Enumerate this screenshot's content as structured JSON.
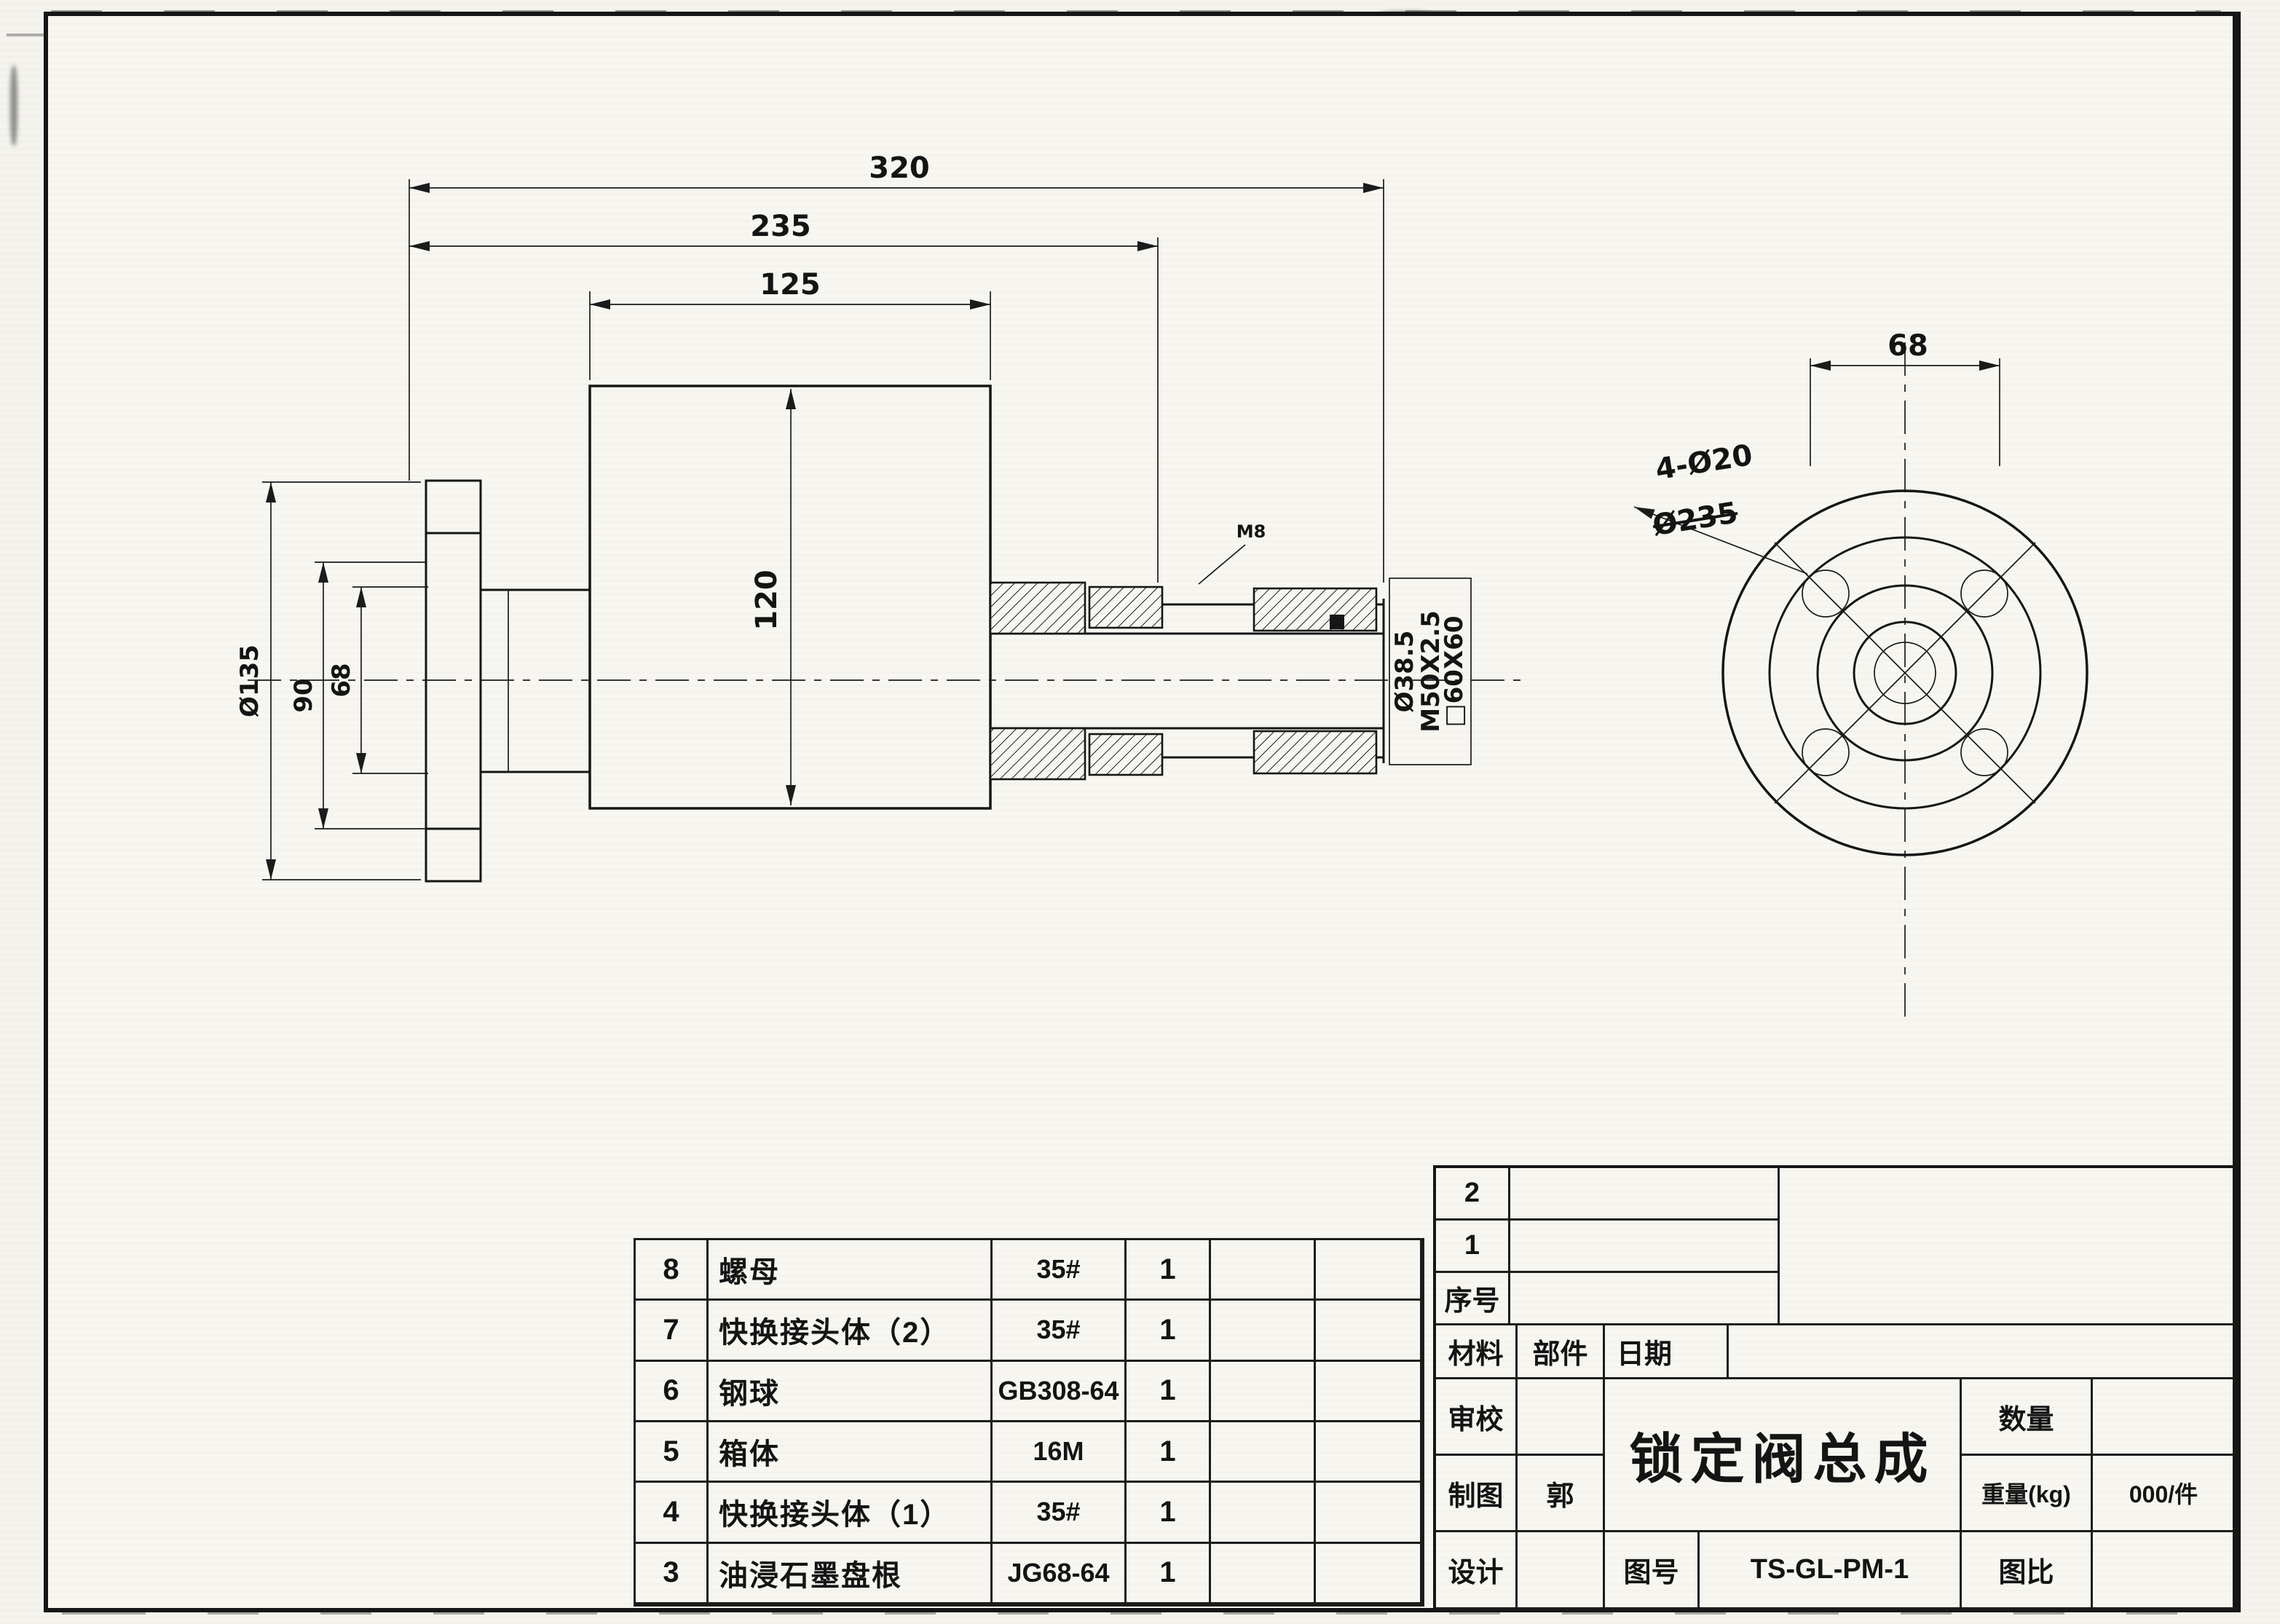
{
  "drawing": {
    "dims": {
      "overall_320": "320",
      "mid_235": "235",
      "body_125": "125",
      "body_120": "120",
      "flange_d135": "Ø135",
      "flange_90": "90",
      "flange_68": "68",
      "shaft_d": "Ø38.5",
      "thread": "M50X2.5",
      "square": "□60X60",
      "m8": "M8",
      "front_68": "68",
      "holes": "4-Ø20",
      "bolt_circle": "Ø235"
    }
  },
  "parts_table": {
    "rows": [
      {
        "no": "8",
        "name": "螺母",
        "spec": "35#",
        "qty": "1"
      },
      {
        "no": "7",
        "name": "快换接头体（2）",
        "spec": "35#",
        "qty": "1"
      },
      {
        "no": "6",
        "name": "钢球",
        "spec": "GB308-64",
        "qty": "1"
      },
      {
        "no": "5",
        "name": "箱体",
        "spec": "16M",
        "qty": "1"
      },
      {
        "no": "4",
        "name": "快换接头体（1）",
        "spec": "35#",
        "qty": "1"
      },
      {
        "no": "3",
        "name": "油浸石墨盘根",
        "spec": "JG68-64",
        "qty": "1"
      }
    ]
  },
  "title_block": {
    "serial_2": "2",
    "serial_1": "1",
    "serial_label": "序号",
    "material_label": "材料",
    "part_label": "部件",
    "date_label": "日期",
    "review_label": "审校",
    "draft_label": "制图",
    "draftsman": "郭",
    "design_label": "设计",
    "title": "锁定阀总成",
    "qty_label": "数量",
    "weight_label": "重量(kg)",
    "weight_value": "000/件",
    "drawing_no_label": "图号",
    "drawing_no": "TS-GL-PM-1",
    "scale_label": "图比"
  },
  "colors": {
    "ink": "#161616",
    "paper": "#f7f6f1"
  }
}
